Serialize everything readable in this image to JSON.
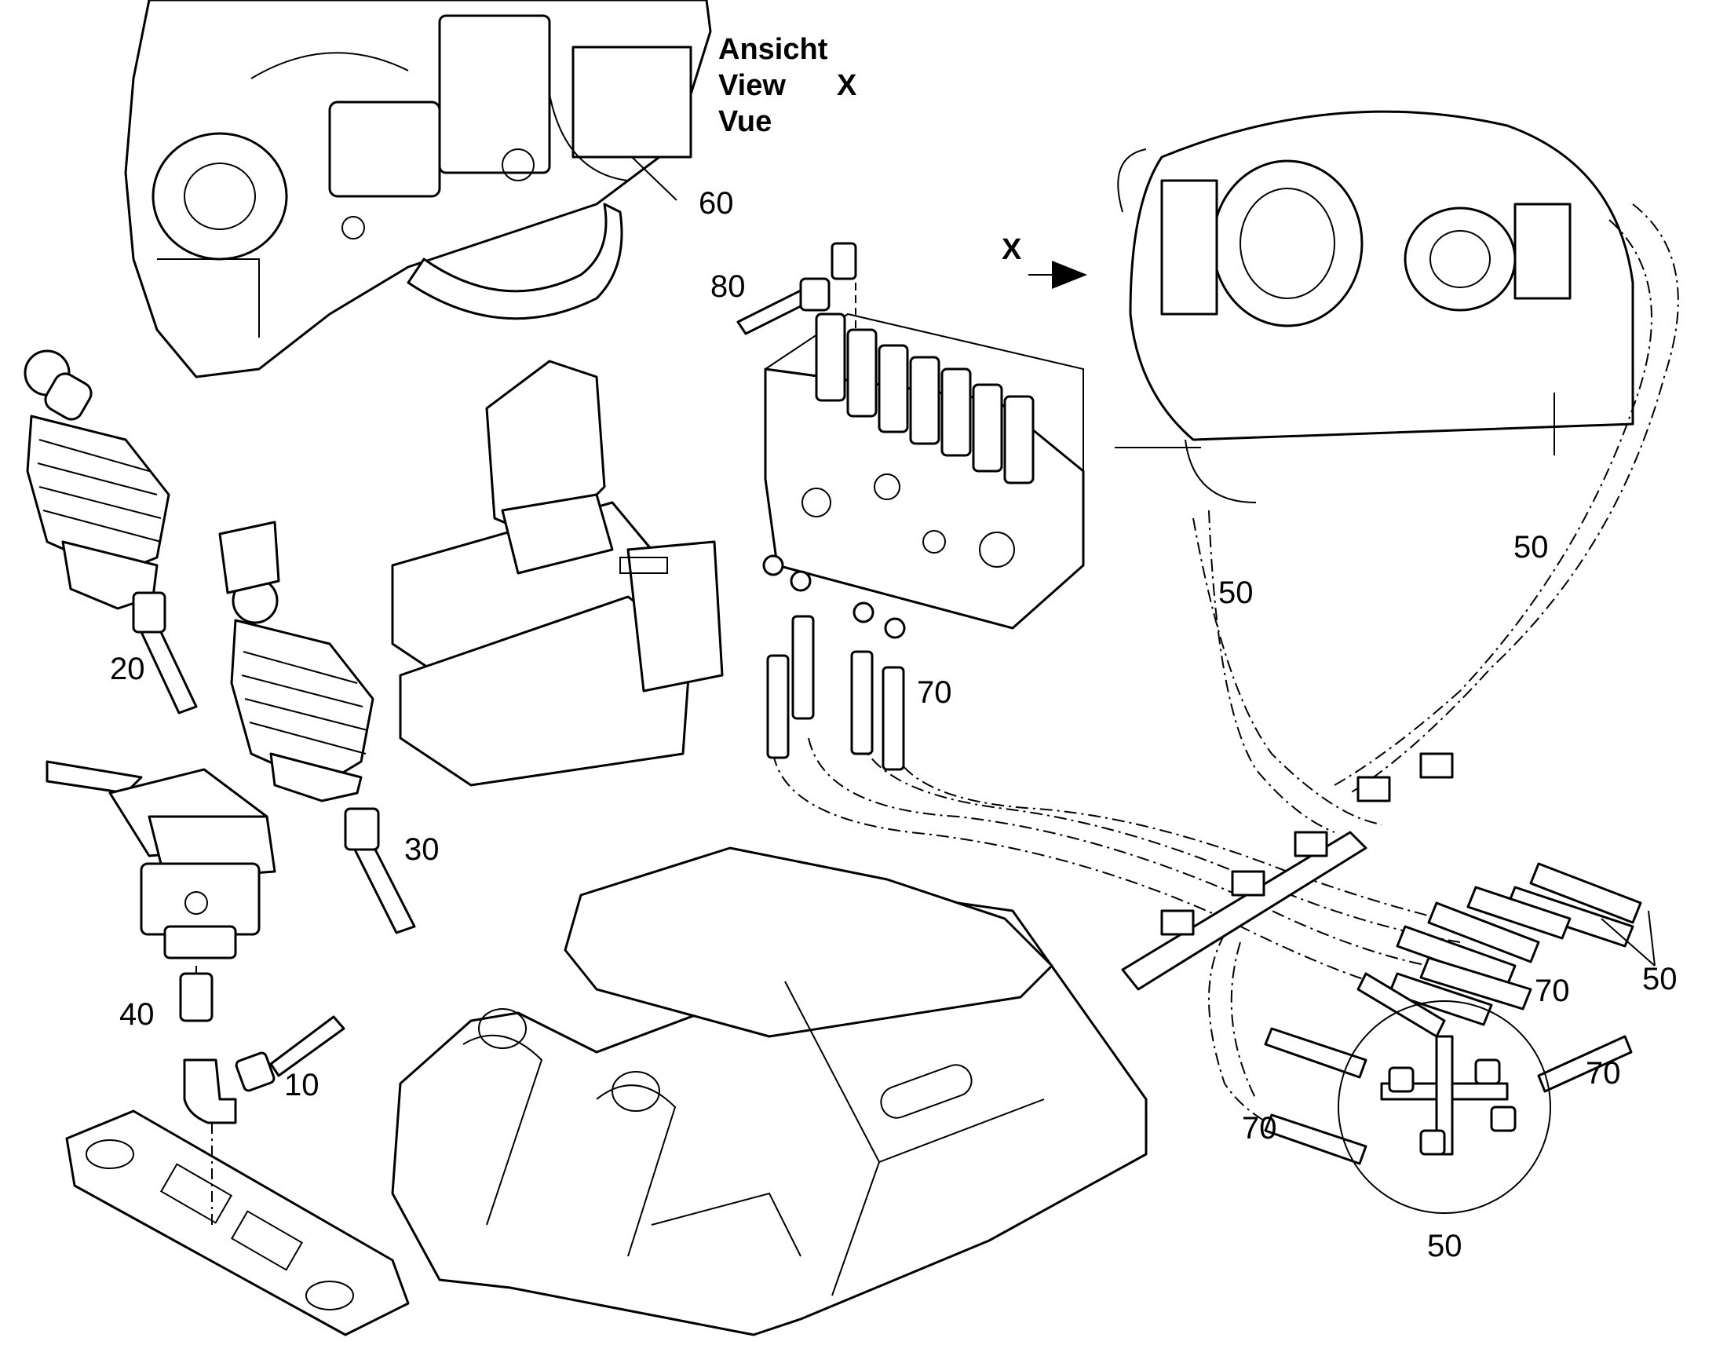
{
  "view_label": {
    "line1": "Ansicht",
    "line2": "View",
    "line3": "Vue",
    "letter": "X"
  },
  "view_arrow_label": "X",
  "callouts": {
    "c10": "10",
    "c20": "20",
    "c30": "30",
    "c40": "40",
    "c50_a": "50",
    "c50_b": "50",
    "c50_c": "50",
    "c50_d": "50",
    "c60": "60",
    "c70_a": "70",
    "c70_b": "70",
    "c70_c": "70",
    "c70_d": "70",
    "c80": "80"
  },
  "colors": {
    "line": "#000000",
    "background": "#ffffff"
  }
}
